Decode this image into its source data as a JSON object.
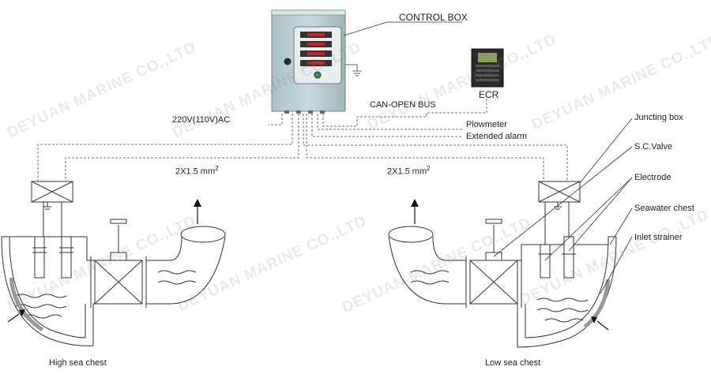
{
  "labels": {
    "control_box": "CONTROL BOX",
    "can_open_bus": "CAN-OPEN BUS",
    "ecr": "ECR",
    "power": "220V(110V)AC",
    "plowmeter": "Plowmeter",
    "extended_alarm": "Extended alarm",
    "cable_left": "2X1.5 mm",
    "cable_right": "2X1.5 mm",
    "cable_exponent": "2",
    "junction_box": "Juncting box",
    "sc_valve": "S.C.Valve",
    "electrode": "Electrode",
    "seawater_chest": "Seawater chest",
    "inlet_strainer": "Inlet strainer",
    "high_sea_chest": "High sea chest",
    "low_sea_chest": "Low sea chest"
  },
  "watermark": "DEYUAN MARINE CO.,LTD",
  "colors": {
    "line": "#333333",
    "box_fill": "#b9cfd2",
    "box_edge": "#6f8587",
    "panel": "#e8eef0",
    "display_red": "#cc2222",
    "ecr_device": "#2a2a2a",
    "ecr_screen": "#8aa05a",
    "strainer": "#bfbfbf"
  }
}
